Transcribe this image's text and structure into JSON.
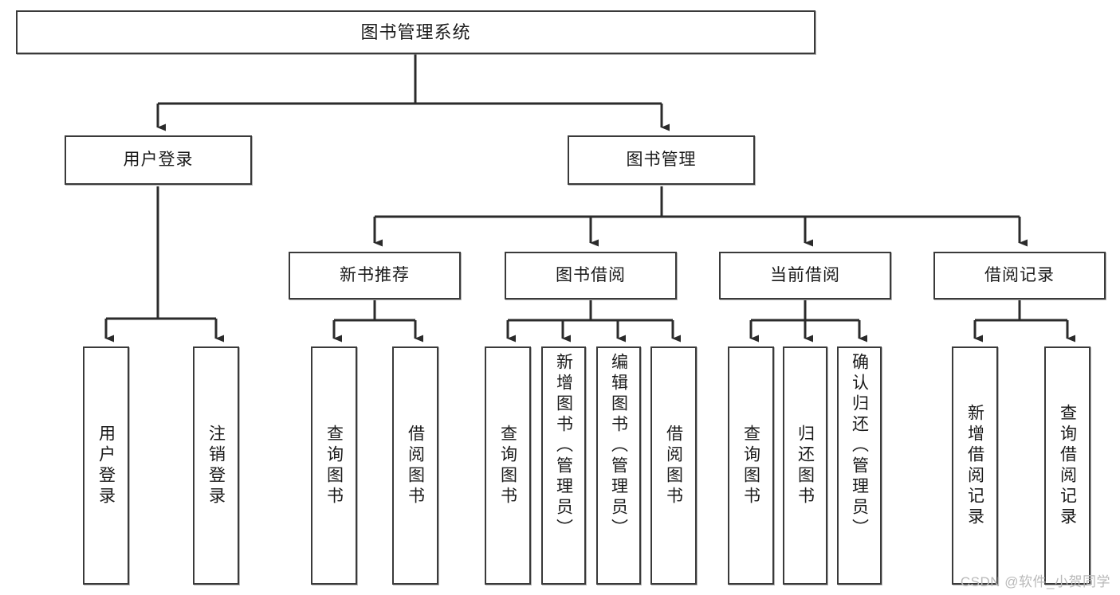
{
  "diagram": {
    "title": "图书管理系统",
    "type": "tree",
    "watermark": "CSDN @软件_小贺同学",
    "colors": {
      "box_border": "#3a3a3a",
      "box_fill": "#ffffff",
      "connector": "#2b2b2b",
      "text": "#1a1a1a",
      "watermark": "#b9b9b9",
      "background": "#ffffff"
    },
    "levels": {
      "root": [
        "图书管理系统"
      ],
      "level2": [
        "用户登录",
        "图书管理"
      ],
      "level3": [
        "新书推荐",
        "图书借阅",
        "当前借阅",
        "借阅记录"
      ],
      "leaves": [
        "用户登录",
        "注销登录",
        "查询图书",
        "借阅图书",
        "查询图书",
        "新增图书（管理员）",
        "编辑图书（管理员）",
        "借阅图书",
        "查询图书",
        "归还图书",
        "确认归还（管理员）",
        "新增借阅记录",
        "查询借阅记录"
      ]
    },
    "nodes": {
      "root": {
        "label": "图书管理系统"
      },
      "user_login": {
        "label": "用户登录"
      },
      "book_manage": {
        "label": "图书管理"
      },
      "new_book_rec": {
        "label": "新书推荐"
      },
      "book_borrow": {
        "label": "图书借阅"
      },
      "current_borrow": {
        "label": "当前借阅"
      },
      "borrow_record": {
        "label": "借阅记录"
      },
      "leaf_user_login": {
        "label": "用户登录"
      },
      "leaf_logout": {
        "label": "注销登录"
      },
      "leaf_query_book_a": {
        "label": "查询图书"
      },
      "leaf_borrow_book_a": {
        "label": "借阅图书"
      },
      "leaf_query_book_b": {
        "label": "查询图书"
      },
      "leaf_add_book": {
        "label": "新增图书（管理员）"
      },
      "leaf_edit_book": {
        "label": "编辑图书（管理员）"
      },
      "leaf_borrow_book_b": {
        "label": "借阅图书"
      },
      "leaf_query_book_c": {
        "label": "查询图书"
      },
      "leaf_return_book": {
        "label": "归还图书"
      },
      "leaf_confirm_return": {
        "label": "确认归还（管理员）"
      },
      "leaf_add_record": {
        "label": "新增借阅记录"
      },
      "leaf_query_record": {
        "label": "查询借阅记录"
      }
    },
    "edges": [
      {
        "from": "root",
        "to": "user_login"
      },
      {
        "from": "root",
        "to": "book_manage"
      },
      {
        "from": "user_login",
        "to": "leaf_user_login"
      },
      {
        "from": "user_login",
        "to": "leaf_logout"
      },
      {
        "from": "book_manage",
        "to": "new_book_rec"
      },
      {
        "from": "book_manage",
        "to": "book_borrow"
      },
      {
        "from": "book_manage",
        "to": "current_borrow"
      },
      {
        "from": "book_manage",
        "to": "borrow_record"
      },
      {
        "from": "new_book_rec",
        "to": "leaf_query_book_a"
      },
      {
        "from": "new_book_rec",
        "to": "leaf_borrow_book_a"
      },
      {
        "from": "book_borrow",
        "to": "leaf_query_book_b"
      },
      {
        "from": "book_borrow",
        "to": "leaf_add_book"
      },
      {
        "from": "book_borrow",
        "to": "leaf_edit_book"
      },
      {
        "from": "book_borrow",
        "to": "leaf_borrow_book_b"
      },
      {
        "from": "current_borrow",
        "to": "leaf_query_book_c"
      },
      {
        "from": "current_borrow",
        "to": "leaf_return_book"
      },
      {
        "from": "current_borrow",
        "to": "leaf_confirm_return"
      },
      {
        "from": "borrow_record",
        "to": "leaf_add_record"
      },
      {
        "from": "borrow_record",
        "to": "leaf_query_record"
      }
    ]
  }
}
